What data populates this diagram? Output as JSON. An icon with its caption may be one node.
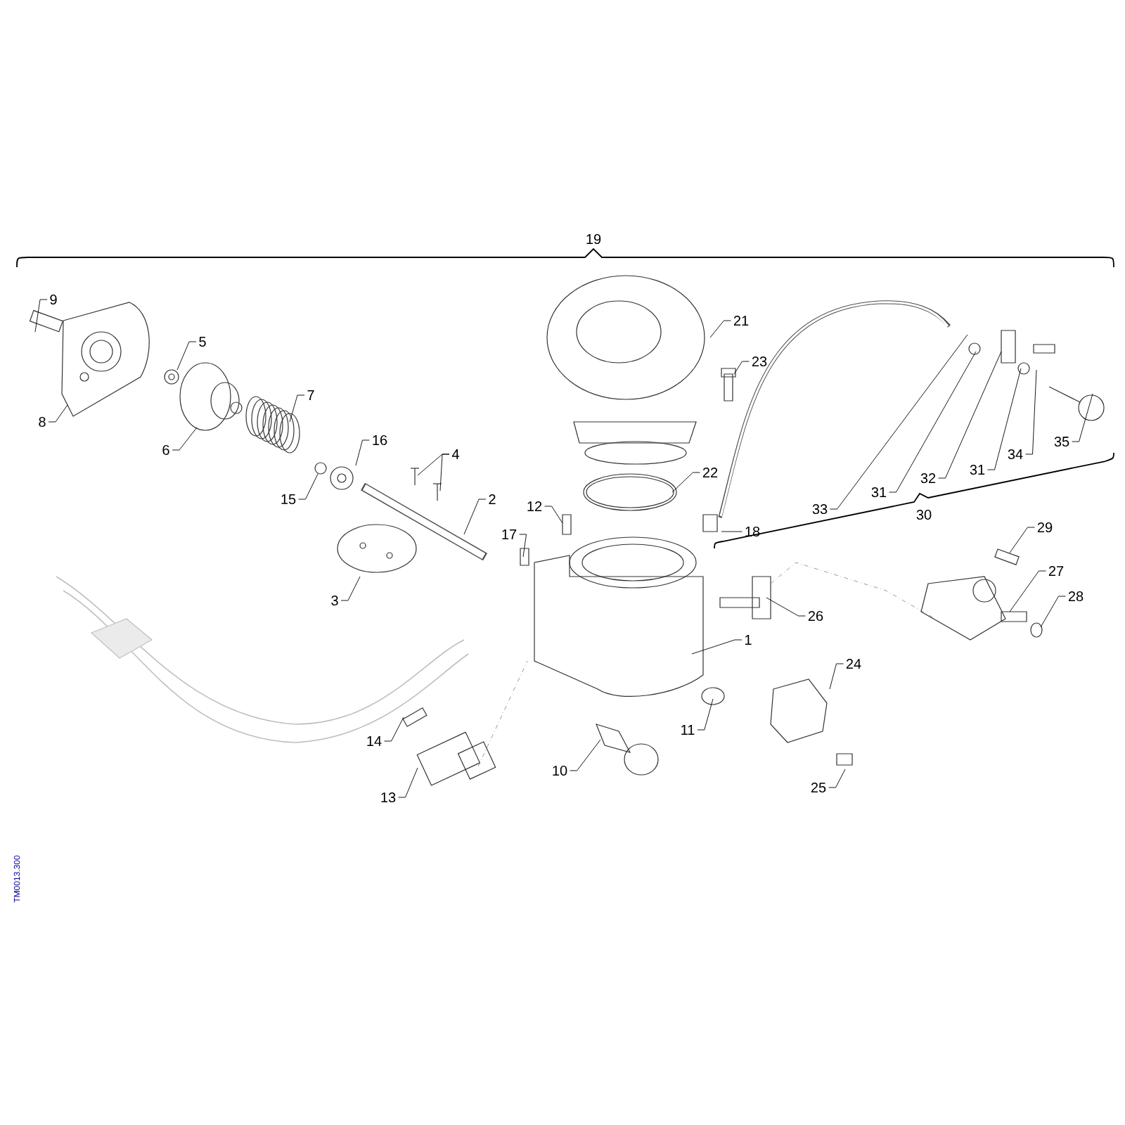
{
  "diagram": {
    "nodes": [
      {
        "text": [
          "9"
        ]
      },
      {
        "text": [
          "8"
        ]
      },
      {
        "text": [
          "5"
        ]
      },
      {
        "text": [
          "6"
        ]
      },
      {
        "text": [
          "7"
        ]
      },
      {
        "text": [
          "16"
        ]
      },
      {
        "text": [
          "15"
        ]
      },
      {
        "text": [
          "4"
        ]
      },
      {
        "text": [
          "2"
        ]
      },
      {
        "text": [
          "12"
        ]
      },
      {
        "text": [
          "17"
        ]
      },
      {
        "text": [
          "3"
        ]
      },
      {
        "text": [
          "21"
        ]
      },
      {
        "text": [
          "23"
        ]
      },
      {
        "text": [
          "22"
        ]
      },
      {
        "text": [
          "18"
        ]
      },
      {
        "text": [
          "33"
        ]
      },
      {
        "text": [
          "31"
        ]
      },
      {
        "text": [
          "32"
        ]
      },
      {
        "text": [
          "31"
        ]
      },
      {
        "text": [
          "34"
        ]
      },
      {
        "text": [
          "35"
        ]
      },
      {
        "text": [
          "29"
        ]
      },
      {
        "text": [
          "27"
        ]
      },
      {
        "text": [
          "28"
        ]
      },
      {
        "text": [
          "26"
        ]
      },
      {
        "text": [
          "1"
        ]
      },
      {
        "text": [
          "24"
        ]
      },
      {
        "text": [
          "11"
        ]
      },
      {
        "text": [
          "25"
        ]
      },
      {
        "text": [
          "10"
        ]
      },
      {
        "text": [
          "14"
        ]
      },
      {
        "text": [
          "13"
        ]
      },
      {
        "text": [],
        "shape": "picture"
      }
    ],
    "edges": [
      {
        "from": 0,
        "to": null,
        "arrow": "none"
      },
      {
        "from": 1,
        "to": null,
        "arrow": "none"
      },
      {
        "from": 2,
        "to": null,
        "arrow": "none"
      },
      {
        "from": 3,
        "to": null,
        "arrow": "none"
      },
      {
        "from": 4,
        "to": null,
        "arrow": "none"
      },
      {
        "from": 5,
        "to": null,
        "arrow": "none"
      },
      {
        "from": 6,
        "to": null,
        "arrow": "none"
      },
      {
        "from": 7,
        "to": null,
        "arrow": "none"
      },
      {
        "from": 7,
        "to": null,
        "arrow": "none"
      },
      {
        "from": 8,
        "to": null,
        "arrow": "none"
      },
      {
        "from": 9,
        "to": null,
        "arrow": "none"
      },
      {
        "from": 10,
        "to": null,
        "arrow": "none"
      },
      {
        "from": 11,
        "to": null,
        "arrow": "none"
      },
      {
        "from": 12,
        "to": null,
        "arrow": "none"
      },
      {
        "from": 13,
        "to": null,
        "arrow": "none"
      },
      {
        "from": 14,
        "to": null,
        "arrow": "none"
      },
      {
        "from": 15,
        "to": null,
        "arrow": "none"
      },
      {
        "from": 16,
        "to": null,
        "arrow": "none"
      },
      {
        "from": 17,
        "to": null,
        "arrow": "none"
      },
      {
        "from": 18,
        "to": null,
        "arrow": "none"
      },
      {
        "from": 19,
        "to": null,
        "arrow": "none"
      },
      {
        "from": 20,
        "to": null,
        "arrow": "none"
      },
      {
        "from": 21,
        "to": null,
        "arrow": "none"
      },
      {
        "from": 22,
        "to": 33,
        "arrow": "none"
      },
      {
        "from": 23,
        "to": null,
        "arrow": "none"
      },
      {
        "from": 24,
        "to": null,
        "arrow": "none"
      },
      {
        "from": 25,
        "to": null,
        "arrow": "none"
      },
      {
        "from": 26,
        "to": null,
        "arrow": "none"
      },
      {
        "from": 27,
        "to": null,
        "arrow": "none"
      },
      {
        "from": 28,
        "to": null,
        "arrow": "none"
      },
      {
        "from": 29,
        "to": null,
        "arrow": "none"
      },
      {
        "from": 30,
        "to": null,
        "arrow": "none"
      },
      {
        "from": 31,
        "to": null,
        "arrow": "none"
      },
      {
        "from": 32,
        "to": null,
        "arrow": "none"
      }
    ],
    "labels": [
      "19",
      "30",
      "TM0013.300"
    ]
  }
}
